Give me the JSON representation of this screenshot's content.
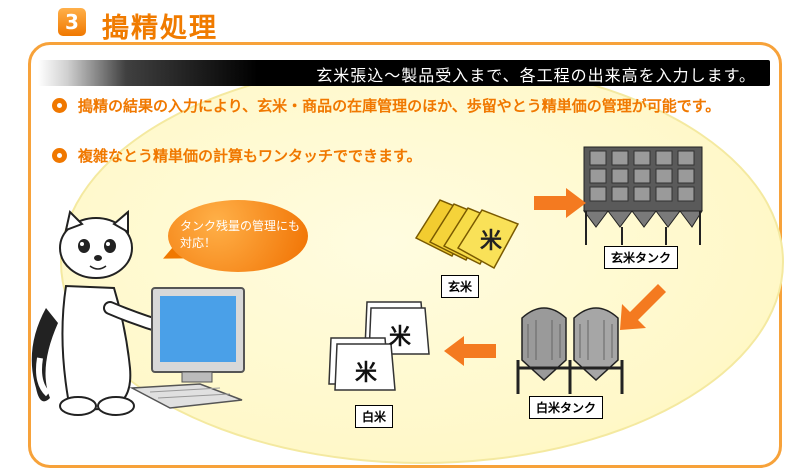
{
  "header": {
    "number": "3",
    "title": "搗精処理"
  },
  "banner": {
    "text": "玄米張込～製品受入まで、各工程の出来高を入力します。"
  },
  "bullets": [
    {
      "text": "搗精の結果の入力により、玄米・商品の在庫管理のほか、歩留やとう精単価の管理が可能です。"
    },
    {
      "text": "複雑なとう精単価の計算もワンタッチでできます。"
    }
  ],
  "bubble": {
    "text": "タンク残量の管理にも対応！"
  },
  "process": {
    "genmai": "玄米",
    "genmai_tank": "玄米タンク",
    "hakumai_tank": "白米タンク",
    "hakumai": "白米"
  },
  "bag_char": "米",
  "colors": {
    "accent": "#f07800",
    "frame": "#f7a23a",
    "bag": "#f5d33a",
    "tank": "#8a8a8a"
  }
}
